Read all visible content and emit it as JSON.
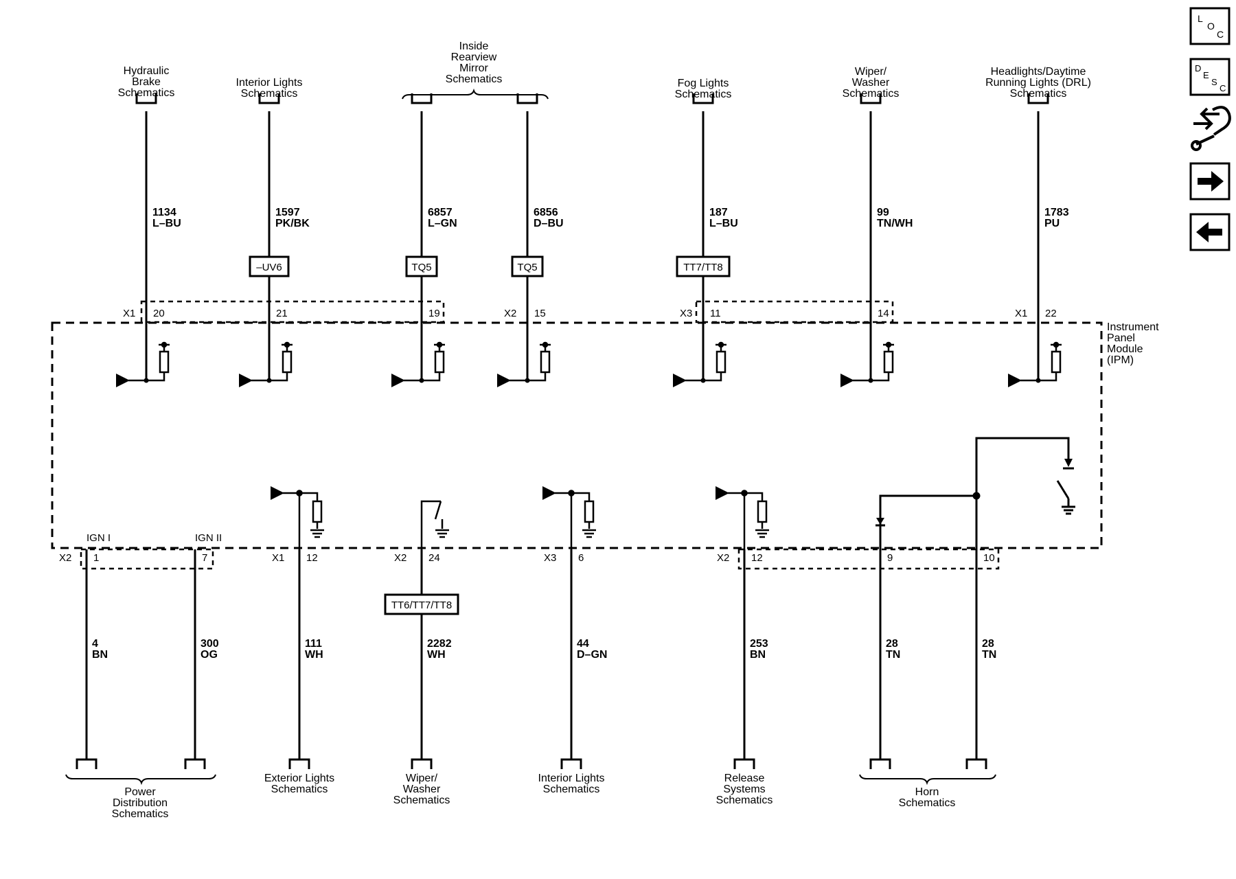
{
  "module": {
    "name": [
      "Instrument",
      "Panel",
      "Module",
      "(IPM)"
    ]
  },
  "top_targets": [
    {
      "lines": [
        "Hydraulic",
        "Brake",
        "Schematics"
      ]
    },
    {
      "lines": [
        "Interior Lights",
        "Schematics"
      ]
    },
    {
      "lines": [
        "Inside",
        "Rearview",
        "Mirror",
        "Schematics"
      ]
    },
    {
      "lines": [
        "Fog Lights",
        "Schematics"
      ]
    },
    {
      "lines": [
        "Wiper/",
        "Washer",
        "Schematics"
      ]
    },
    {
      "lines": [
        "Headlights/Daytime",
        "Running Lights (DRL)",
        "Schematics"
      ]
    }
  ],
  "top_circuits": [
    {
      "circuit": "1134",
      "color": "L–BU",
      "connector": "X1",
      "pin": "20",
      "option": ""
    },
    {
      "circuit": "1597",
      "color": "PK/BK",
      "connector": "",
      "pin": "21",
      "option": "–UV6"
    },
    {
      "circuit": "6857",
      "color": "L–GN",
      "connector": "",
      "pin": "19",
      "option": "TQ5"
    },
    {
      "circuit": "6856",
      "color": "D–BU",
      "connector": "X2",
      "pin": "15",
      "option": "TQ5"
    },
    {
      "circuit": "187",
      "color": "L–BU",
      "connector": "X3",
      "pin": "11",
      "option": "TT7/TT8"
    },
    {
      "circuit": "99",
      "color": "TN/WH",
      "connector": "",
      "pin": "14",
      "option": ""
    },
    {
      "circuit": "1783",
      "color": "PU",
      "connector": "X1",
      "pin": "22",
      "option": ""
    }
  ],
  "bottom_circuits": [
    {
      "circuit": "4",
      "color": "BN",
      "connector": "X2",
      "pin": "1",
      "option": "",
      "ign": "IGN I"
    },
    {
      "circuit": "300",
      "color": "OG",
      "connector": "",
      "pin": "7",
      "option": "",
      "ign": "IGN II"
    },
    {
      "circuit": "111",
      "color": "WH",
      "connector": "X1",
      "pin": "12",
      "option": "",
      "ign": ""
    },
    {
      "circuit": "2282",
      "color": "WH",
      "connector": "X2",
      "pin": "24",
      "option": "TT6/TT7/TT8",
      "ign": ""
    },
    {
      "circuit": "44",
      "color": "D–GN",
      "connector": "X3",
      "pin": "6",
      "option": "",
      "ign": ""
    },
    {
      "circuit": "253",
      "color": "BN",
      "connector": "X2",
      "pin": "12",
      "option": "",
      "ign": ""
    },
    {
      "circuit": "28",
      "color": "TN",
      "connector": "",
      "pin": "9",
      "option": "",
      "ign": ""
    },
    {
      "circuit": "28",
      "color": "TN",
      "connector": "",
      "pin": "10",
      "option": "",
      "ign": ""
    }
  ],
  "bottom_targets": [
    {
      "lines": [
        "Power",
        "Distribution",
        "Schematics"
      ]
    },
    {
      "lines": [
        "Exterior Lights",
        "Schematics"
      ]
    },
    {
      "lines": [
        "Wiper/",
        "Washer",
        "Schematics"
      ]
    },
    {
      "lines": [
        "Interior Lights",
        "Schematics"
      ]
    },
    {
      "lines": [
        "Release",
        "Systems",
        "Schematics"
      ]
    },
    {
      "lines": [
        "Horn",
        "Schematics"
      ]
    }
  ],
  "nav": {
    "loc": {
      "l": "L",
      "o": "O",
      "c": "C"
    },
    "desc": {
      "d": "D",
      "e": "E",
      "s": "S",
      "c": "C"
    }
  },
  "icons": [
    "loc-icon",
    "desc-icon",
    "connector-wrench-icon",
    "arrow-right-icon",
    "arrow-left-icon"
  ]
}
